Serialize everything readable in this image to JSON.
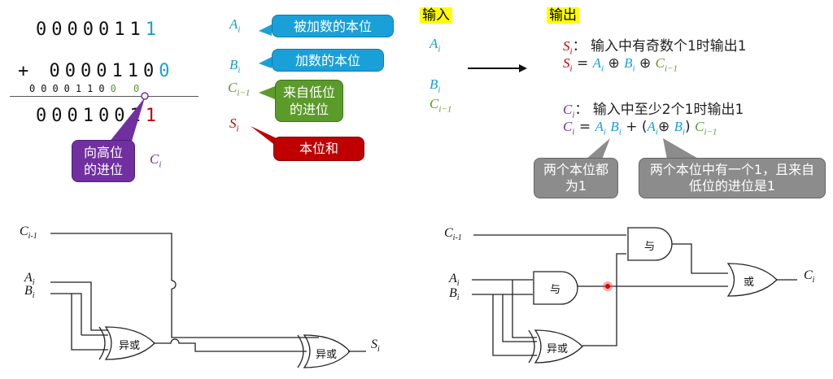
{
  "binary": {
    "row1_prefix": "0000011",
    "row1_last": "1",
    "plus": "+",
    "row2_prefix": "0000110",
    "row2_last": "0",
    "carry_prefix": "0000110",
    "carry_green": "0 0",
    "result_prefix": "0001001",
    "result_last": "1"
  },
  "carry_callout": {
    "text": "向高位的进位",
    "var": "C"
  },
  "vars": {
    "A": "A",
    "B": "B",
    "C": "C",
    "S": "S",
    "sub_i": "i",
    "sub_im1": "i−1",
    "sub_im1_circuit": "i-1"
  },
  "labels": {
    "augend_bit": "被加数的本位",
    "addend_bit": "加数的本位",
    "carry_in": "来自低位的进位",
    "sum_bit": "本位和"
  },
  "headers": {
    "input": "输入",
    "output": "输出"
  },
  "equations": {
    "s_desc": "：  输入中有奇数个1时输出1",
    "c_desc": "：  输入中至少2个1时输出1",
    "eq_sign": "=",
    "xor": "⊕",
    "plus": "+",
    "lparen": "(",
    "rparen": ")"
  },
  "notes": {
    "both_ones": "两个本位都为1",
    "one_and_carry": "两个本位中有一个1，且来自低位的进位是1"
  },
  "gates": {
    "xor": "异或",
    "and": "与",
    "or": "或"
  },
  "colors": {
    "blue": "#1aa0d8",
    "green": "#5b9b2a",
    "red": "#c00000",
    "purple": "#7030a0",
    "gray_note": "#8c8c8c",
    "yellow": "#ffff00"
  }
}
